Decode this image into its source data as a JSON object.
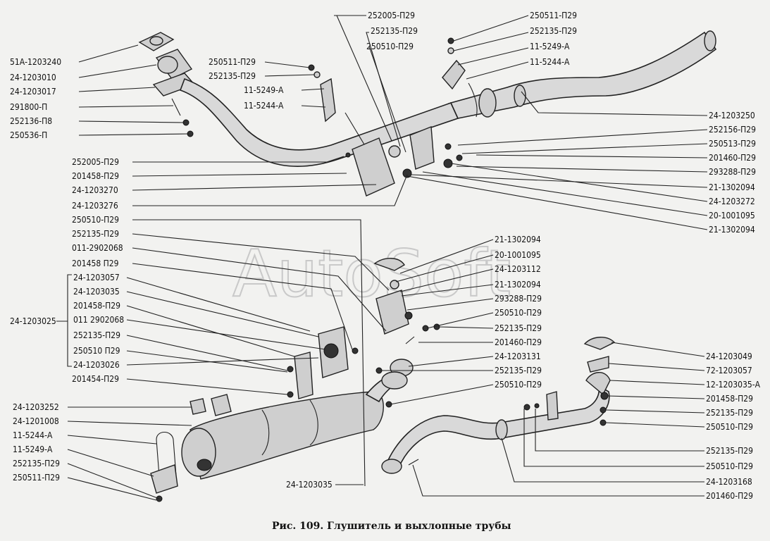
{
  "caption": "Рис. 109. Глушитель и выхлопные трубы",
  "watermark": "AutoSoft",
  "labels": {
    "l01": "252005-П29",
    "l02": "252135-П29",
    "l03": "250510-П29",
    "l04": "250511-П29",
    "l05": "252135-П29",
    "l06": "11-5249-А",
    "l07": "11-5244-А",
    "l08": "51А-1203240",
    "l09": "24-1203010",
    "l10": "24-1203017",
    "l11": "291800-П",
    "l12": "252136-П8",
    "l13": "250536-П",
    "l14": "250511-П29",
    "l15": "252135-П29",
    "l16": "11-5249-А",
    "l17": "11-5244-А",
    "l18": "24-1203250",
    "l19": "252156-П29",
    "l20": "250513-П29",
    "l21": "201460-П29",
    "l22": "293288-П29",
    "l23": "21-1302094",
    "l24": "24-1203272",
    "l25": "20-1001095",
    "l26": "21-1302094",
    "l27": "252005-П29",
    "l28": "201458-П29",
    "l29": "24-1203270",
    "l30": "24-1203276",
    "l31": "250510-П29",
    "l32": "252135-П29",
    "l33": "011-2902068",
    "l34": "201458 П29",
    "l35": "24-1203057",
    "l36": "24-1203035",
    "l37": "201458-П29",
    "l38": "011 2902068",
    "l39": "252135-П29",
    "l40": "250510 П29",
    "l41": "24-1203026",
    "l42": "201454-П29",
    "l43": "24-1203025",
    "l44": "21-1302094",
    "l45": "20-1001095",
    "l46": "24-1203112",
    "l47": "21-1302094",
    "l48": "293288-П29",
    "l49": "250510-П29",
    "l50": "252135-П29",
    "l51": "201460-П29",
    "l52": "24-1203131",
    "l53": "252135-П29",
    "l54": "250510-П29",
    "l55": "24-1203252",
    "l56": "24-1201008",
    "l57": "11-5244-А",
    "l58": "11-5249-А",
    "l59": "252135-П29",
    "l60": "250511-П29",
    "l61": "24-1203035",
    "l62": "24-1203049",
    "l63": "72-1203057",
    "l64": "12-1203035-А",
    "l65": "201458-П29",
    "l66": "252135-П29",
    "l67": "250510-П29",
    "l68": "252135-П29",
    "l69": "250510-П29",
    "l70": "24-1203168",
    "l71": "201460-П29"
  }
}
